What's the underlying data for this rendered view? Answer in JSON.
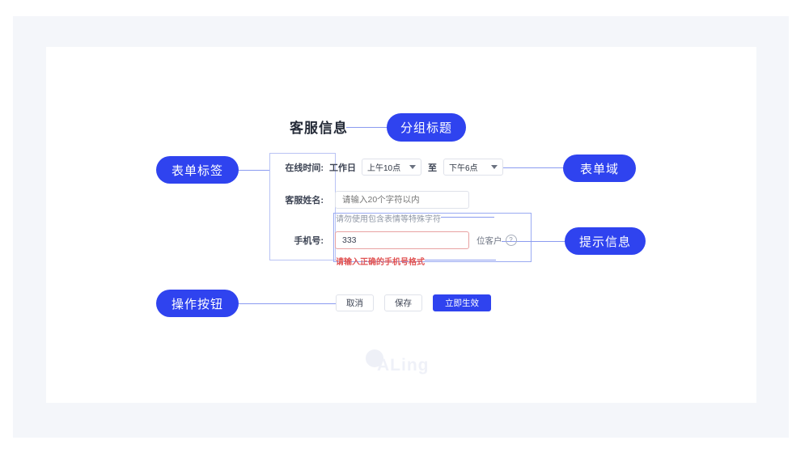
{
  "annotations": {
    "form_label": "表单标签",
    "group_title": "分组标题",
    "form_field": "表单域",
    "hint_info": "提示信息",
    "action_buttons": "操作按钮"
  },
  "section": {
    "title": "客服信息"
  },
  "form": {
    "online_time": {
      "label": "在线时间:",
      "weekday_text": "工作日",
      "start_value": "上午10点",
      "separator": "至",
      "end_value": "下午6点",
      "caret_icon": "chevron-down-icon"
    },
    "agent_name": {
      "label": "客服姓名:",
      "value": "",
      "placeholder": "请输入20个字符以内",
      "helper": "请勿使用包含表情等特殊字符"
    },
    "phone": {
      "label": "手机号:",
      "value": "333",
      "placeholder": "",
      "suffix": "位客户",
      "help_icon": "question-circle-icon",
      "error": "请输入正确的手机号格式"
    }
  },
  "actions": {
    "cancel": "取消",
    "save": "保存",
    "apply": "立即生效"
  },
  "watermark": {
    "text": "ALing"
  },
  "colors": {
    "accent_blue": "#2f43ef",
    "connector_blue": "#8b9bf0",
    "outline_blue": "#b9c3f4",
    "error_red": "#e05252",
    "error_border": "#e8a2a2",
    "frame_gray": "#f4f6fa"
  }
}
